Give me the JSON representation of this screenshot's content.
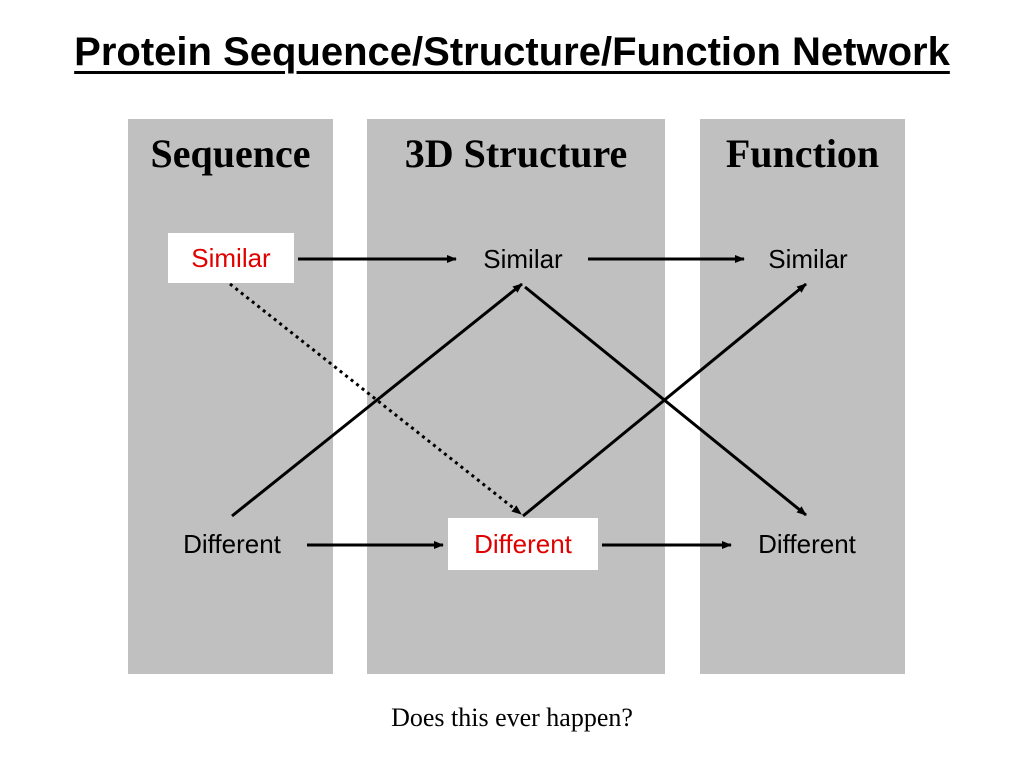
{
  "title": "Protein Sequence/Structure/Function Network",
  "columns": {
    "sequence": "Sequence",
    "structure": "3D Structure",
    "function": "Function"
  },
  "nodes": {
    "sequence_similar": "Similar",
    "structure_similar": "Similar",
    "function_similar": "Similar",
    "sequence_different": "Different",
    "structure_different": "Different",
    "function_different": "Different"
  },
  "caption": "Does this ever happen?",
  "colors": {
    "column_background": "#c0c0c0",
    "highlight_text": "#e00000",
    "arrow": "#000000"
  }
}
